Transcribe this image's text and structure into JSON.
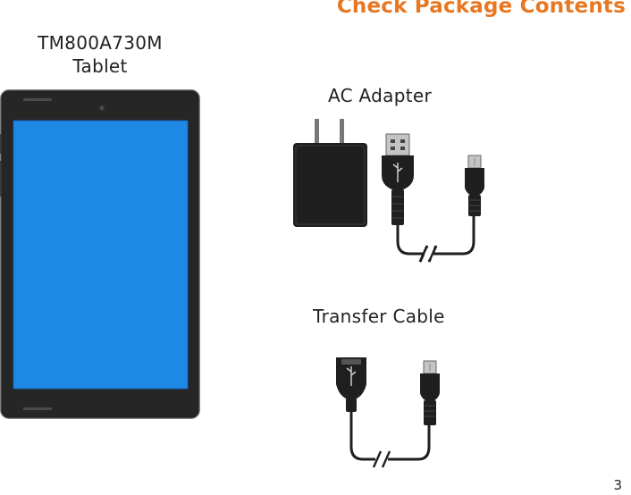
{
  "page": {
    "title": "Check Package Contents",
    "number": "3"
  },
  "items": {
    "tablet": {
      "model": "TM800A730M",
      "name": "Tablet"
    },
    "ac_adapter": {
      "label": "AC Adapter"
    },
    "transfer_cable": {
      "label": "Transfer Cable"
    }
  },
  "colors": {
    "accent": "#e87722",
    "screen": "#1e88e5",
    "device_body": "#1f1f1f",
    "text": "#231f20"
  }
}
